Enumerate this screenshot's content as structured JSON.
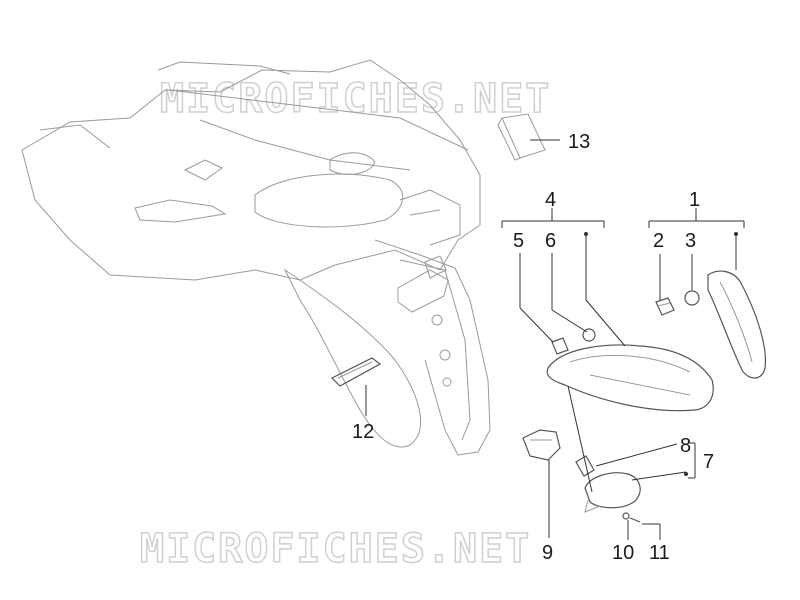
{
  "watermark": {
    "top": "MICROFICHES.NET",
    "bottom": "MICROFICHES.NET"
  },
  "callouts": {
    "c1": "1",
    "c2": "2",
    "c3": "3",
    "c4": "4",
    "c5": "5",
    "c6": "6",
    "c7": "7",
    "c8": "8",
    "c9": "9",
    "c10": "10",
    "c11": "11",
    "c12": "12",
    "c13": "13"
  }
}
